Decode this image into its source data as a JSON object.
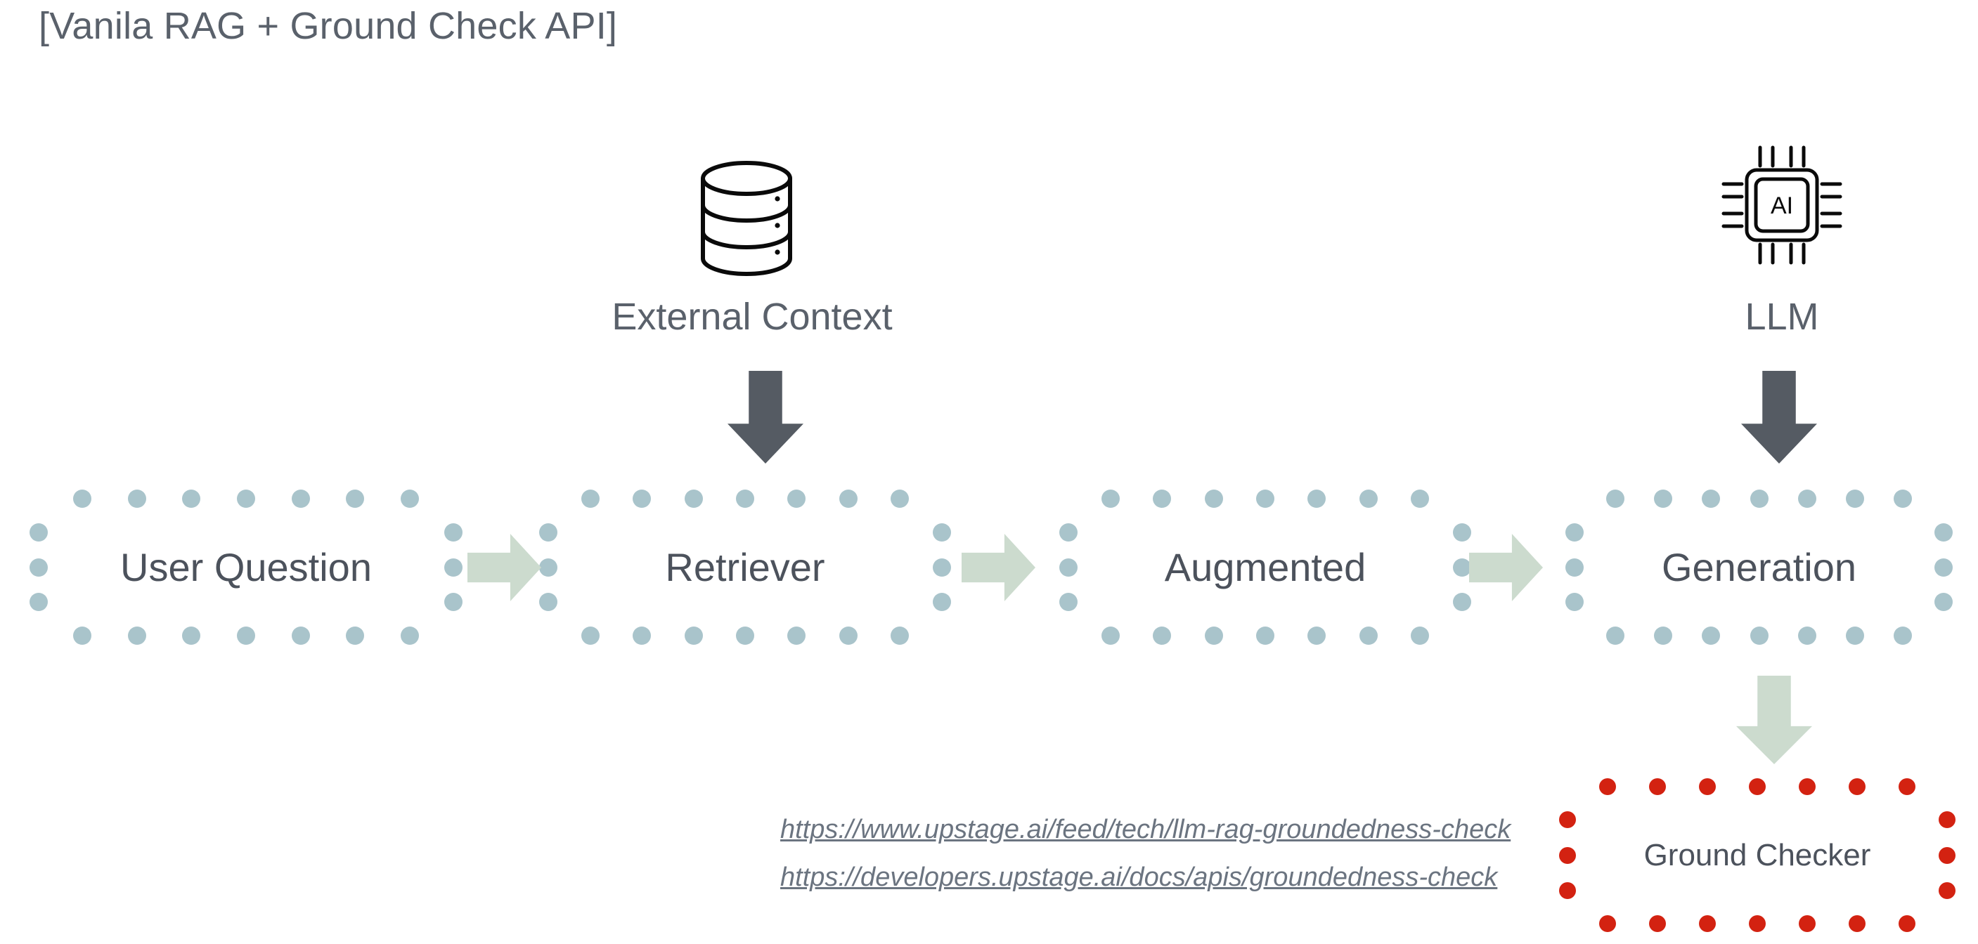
{
  "slide": {
    "title": "[Vanila RAG + Ground Check API]",
    "background_color": "#ffffff"
  },
  "colors": {
    "text": "#4c525c",
    "title": "#5a616b",
    "dot_blue": "#a9c4cb",
    "dot_red": "#d32211",
    "arrow_green": "#ccdbce",
    "arrow_dark": "#555b63",
    "link": "#6b7480"
  },
  "icons": [
    {
      "id": "database",
      "name": "database-icon",
      "caption": "External Context",
      "inner_label": ""
    },
    {
      "id": "ai-chip",
      "name": "ai-chip-icon",
      "caption": "LLM",
      "inner_label": "AI"
    }
  ],
  "flow": {
    "boxes": [
      {
        "id": "user-question",
        "label": "User Question",
        "border_color": "#a9c4cb"
      },
      {
        "id": "retriever",
        "label": "Retriever",
        "border_color": "#a9c4cb"
      },
      {
        "id": "augmented",
        "label": "Augmented",
        "border_color": "#a9c4cb"
      },
      {
        "id": "generation",
        "label": "Generation",
        "border_color": "#a9c4cb"
      },
      {
        "id": "ground-checker",
        "label": "Ground Checker",
        "border_color": "#d32211"
      }
    ],
    "arrows": [
      {
        "id": "arrow-user-to-retriever",
        "direction": "right",
        "color": "#ccdbce"
      },
      {
        "id": "arrow-retriever-to-augmented",
        "direction": "right",
        "color": "#ccdbce"
      },
      {
        "id": "arrow-augmented-to-generation",
        "direction": "right",
        "color": "#ccdbce"
      },
      {
        "id": "arrow-context-to-retriever",
        "direction": "down",
        "color": "#555b63"
      },
      {
        "id": "arrow-llm-to-generation",
        "direction": "down",
        "color": "#555b63"
      },
      {
        "id": "arrow-generation-to-checker",
        "direction": "down",
        "color": "#ccdbce"
      }
    ]
  },
  "links": [
    {
      "id": "link-blog",
      "text": "https://www.upstage.ai/feed/tech/llm-rag-groundedness-check"
    },
    {
      "id": "link-docs",
      "text": "https://developers.upstage.ai/docs/apis/groundedness-check"
    }
  ]
}
